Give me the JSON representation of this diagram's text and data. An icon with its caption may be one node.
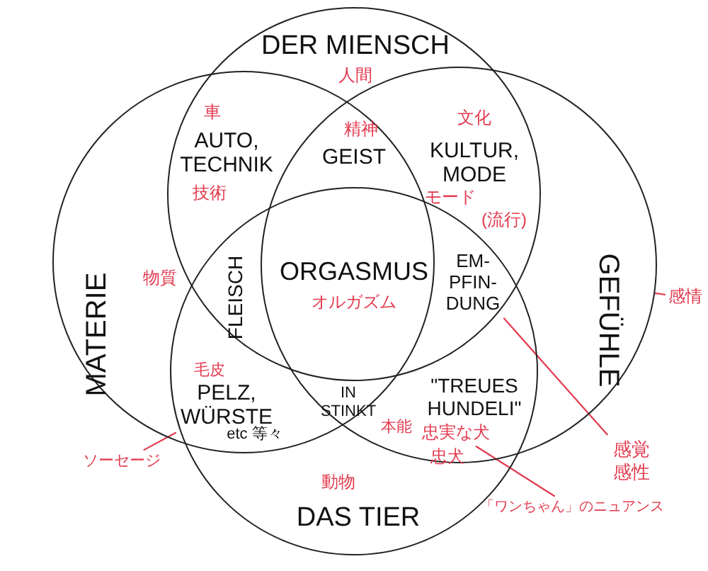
{
  "diagram": {
    "nodes": [
      {
        "text": [
          "DER MIENSCH",
          "人間"
        ]
      },
      {
        "text": [
          "MATERIE",
          "物質"
        ]
      },
      {
        "text": [
          "GEFÜHLE"
        ]
      },
      {
        "text": [
          "動物",
          "DAS TIER"
        ]
      },
      {
        "text": [
          "EM- PFIN- DUNG"
        ]
      },
      {
        "text": [
          "感覚",
          "感性"
        ]
      },
      {
        "text": [
          "PELZ, WÜRSTE"
        ]
      },
      {
        "text": [
          "ソーセージ"
        ]
      },
      {
        "text": [
          "忠実な犬"
        ]
      },
      {
        "text": [
          "「ワンちゃん」のニュアンス"
        ]
      },
      {
        "text": [
          "感情"
        ]
      }
    ],
    "edges": [
      {
        "from": 5,
        "to": 4,
        "arrow": "none"
      },
      {
        "from": 7,
        "to": 6,
        "arrow": "none"
      },
      {
        "from": 9,
        "to": 8,
        "arrow": "none"
      },
      {
        "from": 10,
        "to": 2,
        "arrow": "none"
      }
    ],
    "labels": [
      "車",
      "AUTO, TECHNIK",
      "技術",
      "精神",
      "GEIST",
      "文化",
      "KULTUR, MODE",
      "モード",
      "(流行)",
      "FLEISCH",
      "ORGASMUS",
      "オルガズム",
      "毛皮",
      "etc 等々",
      "IN STINKT",
      "本能",
      "\"TREUES HUNDELI\"",
      "忠犬"
    ]
  }
}
